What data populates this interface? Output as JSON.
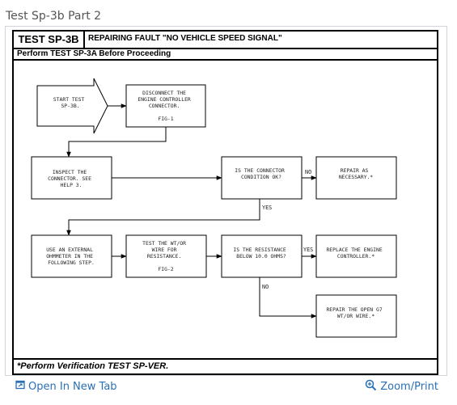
{
  "caption": "Test Sp-3b Part 2",
  "figure": {
    "test_id": "TEST SP-3B",
    "title": "REPAIRING FAULT \"NO VEHICLE SPEED SIGNAL\"",
    "prerequisite": "Perform TEST SP-3A Before Proceeding",
    "footer": "*Perform Verification TEST SP-VER."
  },
  "flowchart": {
    "steps": {
      "start": [
        "START TEST",
        "SP-3B."
      ],
      "disconnect": [
        "DISCONNECT THE",
        "ENGINE CONTROLLER",
        "CONNECTOR.",
        "",
        "FIG-1"
      ],
      "inspect": [
        "INSPECT THE",
        "CONNECTOR. SEE",
        "HELP 3."
      ],
      "connector_ok": [
        "IS THE CONNECTOR",
        "CONDITION OK?"
      ],
      "repair": [
        "REPAIR AS",
        "NECESSARY.*"
      ],
      "ohmmeter": [
        "USE AN EXTERNAL",
        "OHMMETER IN THE",
        "FOLLOWING STEP."
      ],
      "test_wire": [
        "TEST THE WT/OR",
        "WIRE FOR",
        "RESISTANCE.",
        "",
        "FIG-2"
      ],
      "resistance": [
        "IS THE RESISTANCE",
        "BELOW 10.0 OHMS?"
      ],
      "replace": [
        "REPLACE THE ENGINE",
        "CONTROLLER.*"
      ],
      "repair_open": [
        "REPAIR THE OPEN G7",
        "WT/OR WIRE.*"
      ]
    },
    "branch_labels": {
      "no_1": "NO",
      "yes_1": "YES",
      "yes_2": "YES",
      "no_2": "NO"
    }
  },
  "links": {
    "open_new_tab": "Open In New Tab",
    "zoom_print": "Zoom/Print"
  },
  "icons": {
    "open_new_tab": "open-new-tab-icon",
    "zoom": "magnifier-plus-icon"
  },
  "colors": {
    "link": "#2a6fb5",
    "caption": "#555555"
  }
}
